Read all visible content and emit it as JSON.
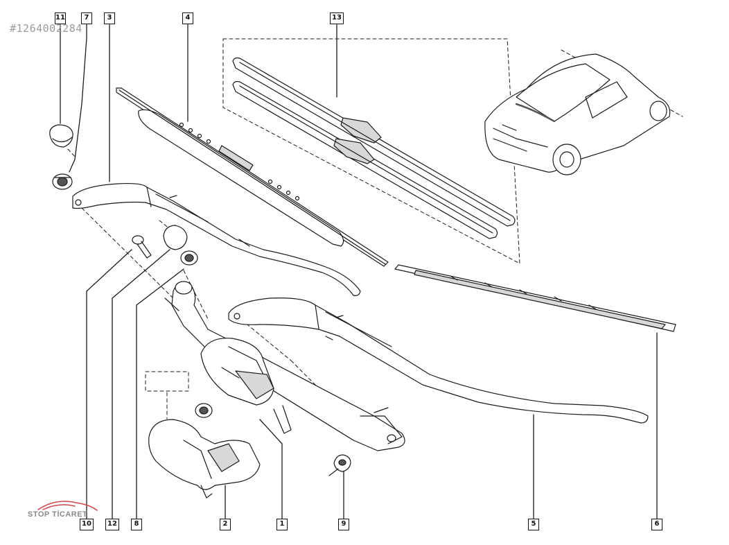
{
  "watermark": {
    "id_text": "#1264002284",
    "brand_text": "STOP TİCARET"
  },
  "callouts": {
    "c11": "11",
    "c7": "7",
    "c3": "3",
    "c4": "4",
    "c13": "13",
    "c10": "10",
    "c12": "12",
    "c8": "8",
    "c2": "2",
    "c1": "1",
    "c9": "9",
    "c5": "5",
    "c6": "6"
  },
  "colors": {
    "line": "#1a1a1a",
    "fill": "#ffffff",
    "shade": "#d8d8d8",
    "dark": "#555555",
    "logo_red": "#d4424a"
  }
}
